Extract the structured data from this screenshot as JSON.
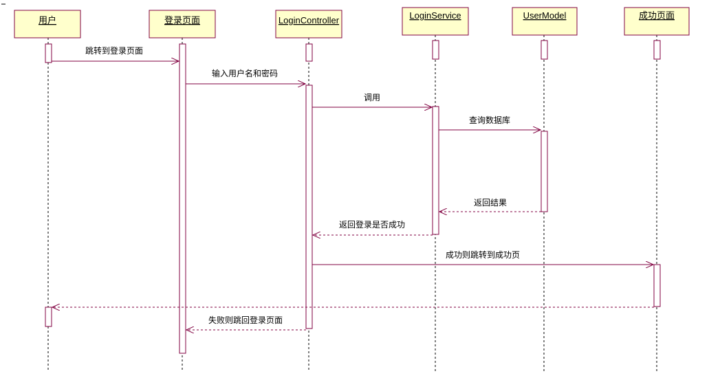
{
  "diagram": {
    "type": "sequence",
    "colors": {
      "box_fill": "#ffffcc",
      "box_stroke": "#800040",
      "line": "#800040",
      "text": "#000000"
    },
    "participants": [
      {
        "id": "user",
        "label": "用户"
      },
      {
        "id": "login_page",
        "label": "登录页面"
      },
      {
        "id": "controller",
        "label": "LoginController"
      },
      {
        "id": "service",
        "label": "LoginService"
      },
      {
        "id": "model",
        "label": "UserModel"
      },
      {
        "id": "success_page",
        "label": "成功页面"
      }
    ],
    "messages": [
      {
        "from": "user",
        "to": "login_page",
        "label": "跳转到登录页面",
        "style": "solid"
      },
      {
        "from": "login_page",
        "to": "controller",
        "label": "输入用户名和密码",
        "style": "solid"
      },
      {
        "from": "controller",
        "to": "service",
        "label": "调用",
        "style": "solid"
      },
      {
        "from": "service",
        "to": "model",
        "label": "查询数据库",
        "style": "solid"
      },
      {
        "from": "model",
        "to": "service",
        "label": "返回结果",
        "style": "dashed"
      },
      {
        "from": "service",
        "to": "controller",
        "label": "返回登录是否成功",
        "style": "dashed"
      },
      {
        "from": "controller",
        "to": "success_page",
        "label": "成功则跳转到成功页",
        "style": "solid"
      },
      {
        "from": "success_page",
        "to": "user",
        "label": "",
        "style": "dashed"
      },
      {
        "from": "controller",
        "to": "login_page",
        "label": "失败则跳回登录页面",
        "style": "dashed"
      }
    ]
  }
}
